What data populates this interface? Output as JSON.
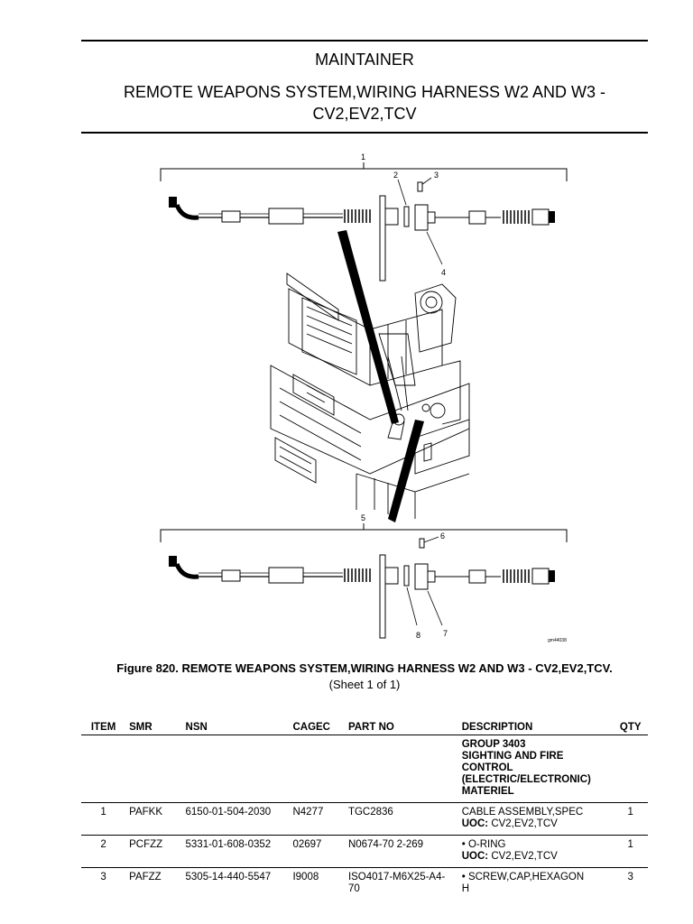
{
  "header": {
    "category": "MAINTAINER",
    "title": "REMOTE WEAPONS SYSTEM,WIRING HARNESS W2 AND W3 - CV2,EV2,TCV"
  },
  "figure": {
    "callouts": [
      "1",
      "2",
      "3",
      "4",
      "5",
      "6",
      "7",
      "8"
    ],
    "drawing_id": "gm44038",
    "caption": "Figure 820. REMOTE WEAPONS SYSTEM,WIRING HARNESS W2 AND W3 - CV2,EV2,TCV.",
    "sheet": "(Sheet 1 of 1)"
  },
  "table": {
    "columns": [
      "ITEM",
      "SMR",
      "NSN",
      "CAGEC",
      "PART NO",
      "DESCRIPTION",
      "QTY"
    ],
    "group_rows": [
      "GROUP 3403",
      "SIGHTING AND FIRE",
      "CONTROL",
      "(ELECTRIC/ELECTRONIC)",
      "MATERIEL"
    ],
    "rows": [
      {
        "item": "1",
        "smr": "PAFKK",
        "nsn": "6150-01-504-2030",
        "cagec": "N4277",
        "part_no": "TGC2836",
        "desc": "CABLE ASSEMBLY,SPEC",
        "uoc_label": "UOC:",
        "uoc": "CV2,EV2,TCV",
        "qty": "1"
      },
      {
        "item": "2",
        "smr": "PCFZZ",
        "nsn": "5331-01-608-0352",
        "cagec": "02697",
        "part_no": "N0674-70 2-269",
        "desc": "• O-RING",
        "uoc_label": "UOC:",
        "uoc": "CV2,EV2,TCV",
        "qty": "1"
      },
      {
        "item": "3",
        "smr": "PAFZZ",
        "nsn": "5305-14-440-5547",
        "cagec": "I9008",
        "part_no": "ISO4017-M6X25-A4-70",
        "desc": "• SCREW,CAP,HEXAGON",
        "desc_cont": "H",
        "qty": "3"
      }
    ]
  }
}
